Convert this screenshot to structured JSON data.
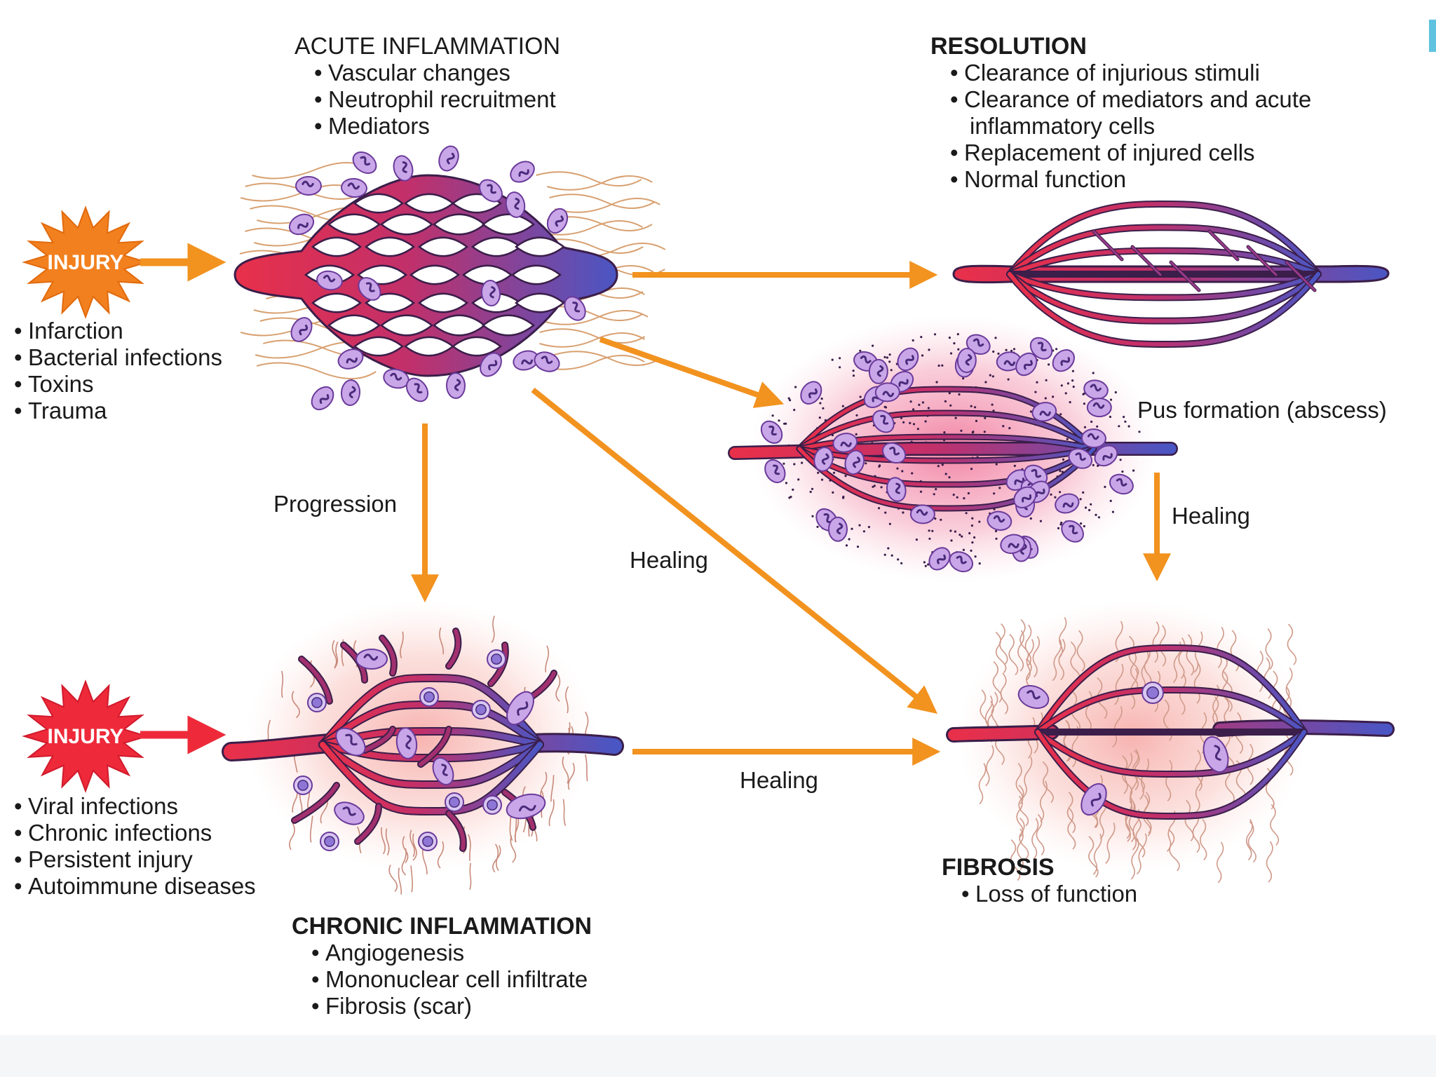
{
  "injury": {
    "acute_burst_label": "INJURY",
    "acute_burst_color": "#f2801e",
    "chronic_burst_label": "INJURY",
    "chronic_burst_color": "#ee2a3a",
    "acute_causes": [
      "Infarction",
      "Bacterial infections",
      "Toxins",
      "Trauma"
    ],
    "chronic_causes": [
      "Viral infections",
      "Chronic infections",
      "Persistent injury",
      "Autoimmune diseases"
    ]
  },
  "acute": {
    "title": "ACUTE INFLAMMATION",
    "bullets": [
      "Vascular changes",
      "Neutrophil recruitment",
      "Mediators"
    ]
  },
  "resolution": {
    "title": "RESOLUTION",
    "bullets": [
      "Clearance of injurious stimuli",
      "Clearance of mediators and acute",
      "Replacement of injured cells",
      "Normal function"
    ],
    "continuation": "inflammatory cells"
  },
  "abscess": {
    "label": "Pus formation (abscess)"
  },
  "chronic": {
    "title": "CHRONIC INFLAMMATION",
    "bullets": [
      "Angiogenesis",
      "Mononuclear cell infiltrate",
      "Fibrosis (scar)"
    ]
  },
  "fibrosis": {
    "title": "FIBROSIS",
    "bullets": [
      "Loss of function"
    ]
  },
  "arrows": {
    "progression": "Progression",
    "healing_acute_to_fibrosis": "Healing",
    "healing_abscess_to_fibrosis": "Healing",
    "healing_chronic_to_fibrosis": "Healing"
  },
  "colors": {
    "arrow": "#f2921f",
    "artery": "#e8304a",
    "vein": "#4a56c4",
    "vessel_outline": "#3b1e4a",
    "cell": "#c9a6e8",
    "nucleus": "#6a3a9a",
    "mononuclear_cell": "#8e76d6",
    "pus_glow": "#f08aa8",
    "tissue_glow": "#f4b0a8"
  }
}
